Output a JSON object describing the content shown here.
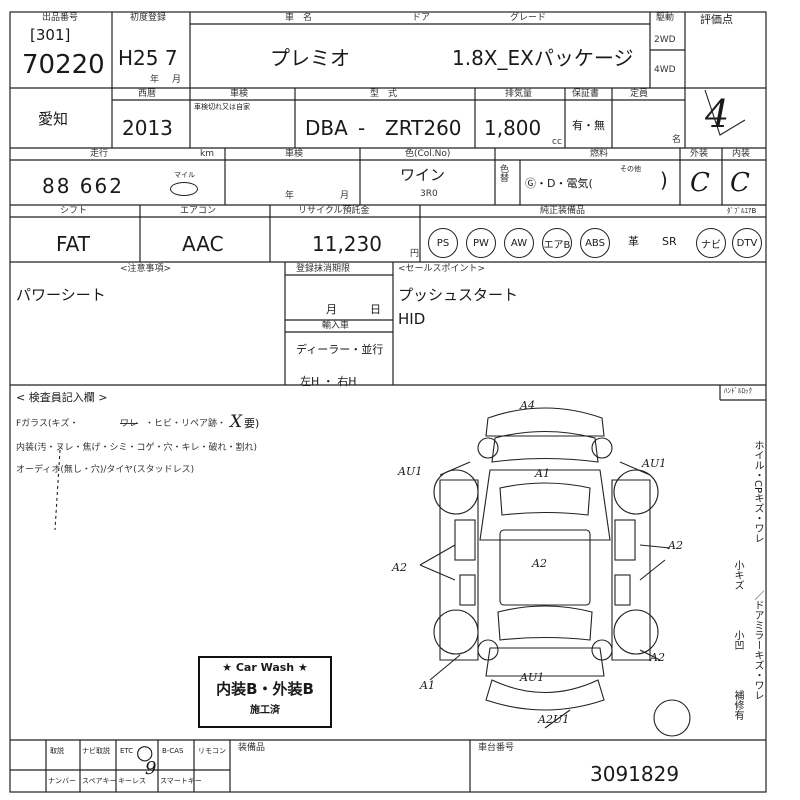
{
  "header": {
    "lot_label": "出品番号",
    "lot_bracket": "[301]",
    "lot_number": "70220",
    "first_reg_label": "初度登録",
    "first_reg": "H25 7",
    "nen": "年",
    "tsuki": "月",
    "car_name_label": "車　名",
    "car_name": "プレミオ",
    "door_label": "ドア",
    "grade_label": "グレード",
    "grade": "1.8X_EXパッケージ",
    "drive_label": "駆動",
    "drive_2wd": "2WD",
    "drive_4wd": "4WD",
    "score_label": "評価点",
    "score": "4"
  },
  "row2": {
    "region": "愛知",
    "year_label": "西暦",
    "year": "2013",
    "shaken_label": "車検",
    "shaken_sub": "車検切れ又は自家",
    "model_label": "型　式",
    "model_prefix": "DBA",
    "model_dash": "-",
    "model_code": "ZRT260",
    "displacement_label": "排気量",
    "displacement": "1,800",
    "cc": "cc",
    "warranty_label": "保証書",
    "warranty": "有・無",
    "capacity_label": "定員",
    "capacity_unit": "名"
  },
  "row3": {
    "mileage_label": "走行",
    "mileage": "88 662",
    "unit_label": "km",
    "mileage_unit_marked": "マイル",
    "inspection_label": "車検",
    "nen": "年",
    "tsuki": "月",
    "color_label": "色(Col.No)",
    "color": "ワイン",
    "color_no": "3R0",
    "color_change_label": "色替",
    "fuel_label": "燃料",
    "fuel_options": "Ⓖ・D・電気(",
    "fuel_other": "その他",
    "fuel_close": ")",
    "exterior_label": "外装",
    "exterior": "C",
    "interior_label": "内装",
    "interior": "C"
  },
  "row4": {
    "shift_label": "シフト",
    "shift": "FAT",
    "ac_label": "エアコン",
    "ac": "AAC",
    "recycle_label": "リサイクル預託金",
    "recycle": "11,230",
    "yen": "円",
    "equipment_label": "純正装備品",
    "equipment": [
      "PS",
      "PW",
      "AW",
      "エアB",
      "ABS",
      "革",
      "SR",
      "ナビ",
      "DTV"
    ],
    "equipment_extra": "ﾀﾞﾌﾞﾙｴｱB"
  },
  "notes": {
    "special_label": "<注意事項>",
    "special": "パワーシート",
    "reg_deadline_label": "登録抹消期限",
    "reg_deadline_month": "月",
    "reg_deadline_day": "日",
    "import_label": "輸入車",
    "import_type": "ディーラー・並行",
    "steering": "左H ・ 右H",
    "sales_label": "<セールスポイント>",
    "sales1": "プッシュスタート",
    "sales2": "HID"
  },
  "inspection": {
    "title": "< 検査員記入欄 >",
    "line1_a": "Fガラス(キズ・",
    "line1_b": "ワレ",
    "line1_c": "・ヒビ・リペア跡・",
    "line1_d": "X",
    "line1_e": "要)",
    "line2": "内装(汚・ヌレ・焦げ・シミ・コゲ・穴・キレ・破れ・割れ)",
    "line3": "オーディオ(無し・穴)/タイヤ(スタッドレス)",
    "handle_lock": "ﾊﾝﾄﾞﾙﾛｯｸ"
  },
  "damage": [
    {
      "code": "A4",
      "area": "front"
    },
    {
      "code": "A1",
      "area": "hood"
    },
    {
      "code": "AU1",
      "area": "front-left-fender"
    },
    {
      "code": "AU1",
      "area": "front-right-fender"
    },
    {
      "code": "A2",
      "area": "left-side"
    },
    {
      "code": "A2",
      "area": "roof"
    },
    {
      "code": "A2",
      "area": "right-side"
    },
    {
      "code": "A2",
      "area": "rear-right"
    },
    {
      "code": "A1",
      "area": "rear-left"
    },
    {
      "code": "AU1",
      "area": "trunk"
    },
    {
      "code": "A2U1",
      "area": "rear-bumper"
    }
  ],
  "side_notes": [
    {
      "text": "ホイル・CPキズ・ワレ"
    },
    {
      "text": "小キズ"
    },
    {
      "text": "／ドアミラーキズ・ワレ"
    },
    {
      "text": "小凹"
    },
    {
      "text": "補修有"
    }
  ],
  "stamp": {
    "title": "★ Car Wash ★",
    "body": "内装B・外装B",
    "footer": "施工済"
  },
  "footer": {
    "items_row1": [
      "取説",
      "ナビ取説",
      "ETC",
      "B-CAS",
      "リモコン"
    ],
    "items_row2": [
      "ナンバー",
      "スペアキー",
      "キーレス",
      "スマートキー"
    ],
    "equipment_label": "装備品",
    "vin_label": "車台番号",
    "vin": "3091829",
    "etc_mark": "○",
    "etc_num": "9"
  }
}
